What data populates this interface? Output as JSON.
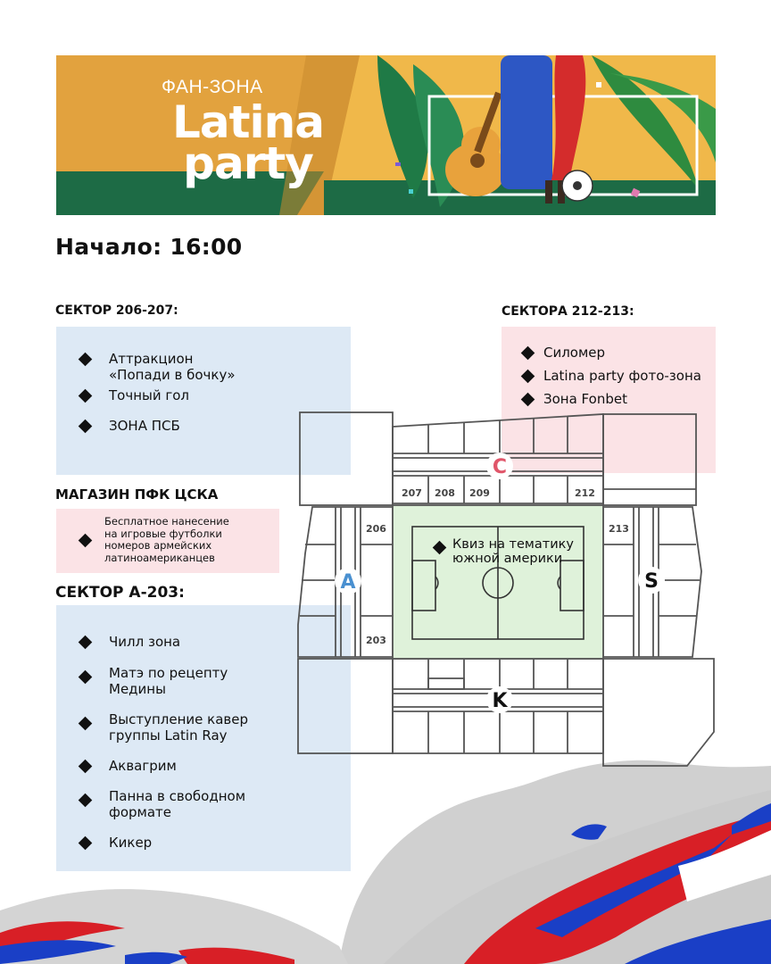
{
  "banner": {
    "subtitle": "ФАН-ЗОНА",
    "title_line1": "Latina",
    "title_line2": "party"
  },
  "start_time": "Начало: 16:00",
  "sector_206_207": {
    "title": "СЕКТОР 206-207:",
    "items": [
      "Аттракцион\n«Попади в бочку»",
      "Точный гол",
      "ЗОНА ПСБ"
    ]
  },
  "sector_212_213": {
    "title": "СЕКТОРА 212-213:",
    "items": [
      "Силомер",
      "Latina party фото-зона",
      "Зона Fonbet"
    ]
  },
  "shop": {
    "title": "МАГАЗИН ПФК ЦСКА",
    "items": [
      "Бесплатное нанесение\nна игровые футболки\nномеров армейских\nлатиноамериканцев"
    ]
  },
  "sector_a_203": {
    "title": "СЕКТОР А-203:",
    "items": [
      "Чилл зона",
      "Матэ по рецепту\nМедины",
      "Выступление кавер\nгруппы Latin Ray",
      "Аквагрим",
      "Панна в свободном\nформате",
      "Кикер"
    ]
  },
  "stadium": {
    "stands": {
      "north": "C",
      "west": "A",
      "east": "S",
      "south": "K"
    },
    "sectors": [
      "207",
      "208",
      "209",
      "212",
      "206",
      "213",
      "203"
    ],
    "field_label": "Квиз на тематику\nюжной америки"
  },
  "colors": {
    "panel_blue": "#dde9f5",
    "panel_pink": "#fbe3e6",
    "field_green": "#dff2da",
    "banner_orange": "#e2a23e",
    "banner_green": "#1d6b45",
    "stand_red": "#e0566a",
    "stand_blue": "#4a90d0",
    "flag_red": "#d81f26",
    "flag_blue": "#1a3fc6"
  }
}
